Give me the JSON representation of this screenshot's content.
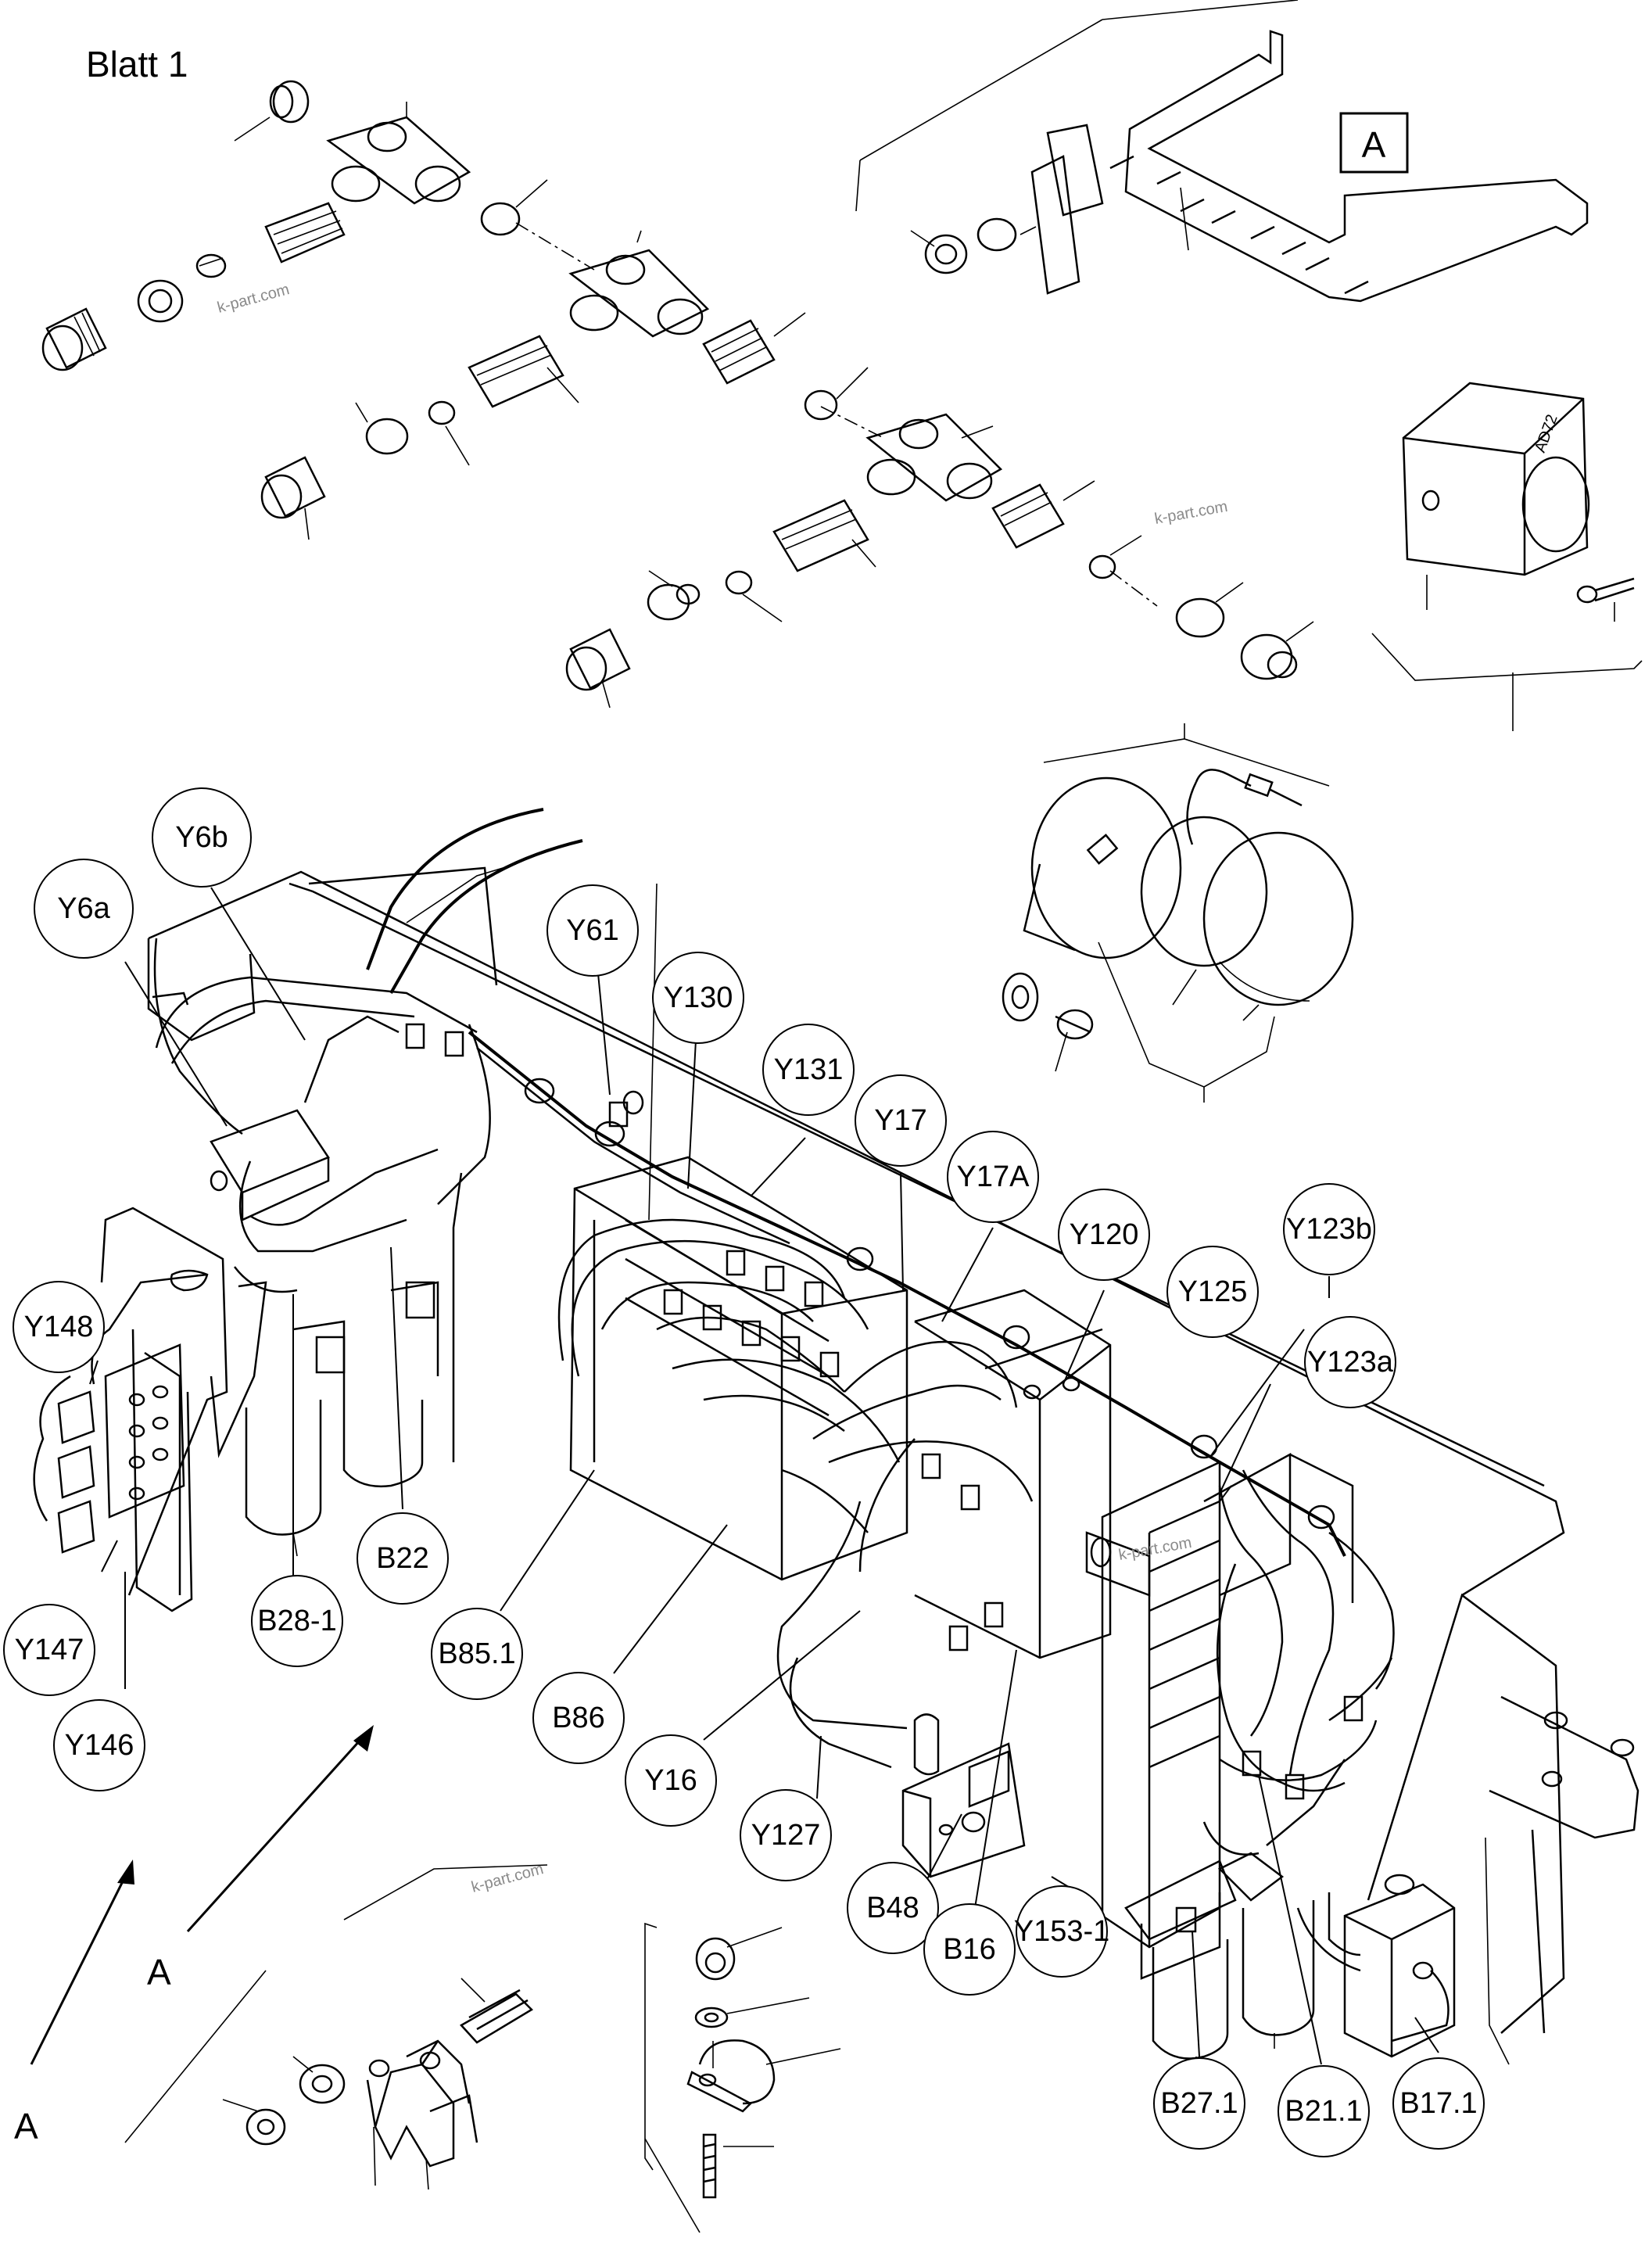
{
  "sheet": {
    "title": "Blatt 1"
  },
  "views": {
    "a_box": "A",
    "arrow_a_1": "A",
    "arrow_a_2": "A"
  },
  "watermark": "k-part.com",
  "callouts": {
    "y6a": "Y6a",
    "y6b": "Y6b",
    "y61": "Y61",
    "y130": "Y130",
    "y131": "Y131",
    "y17": "Y17",
    "y17a": "Y17A",
    "y120": "Y120",
    "y123b": "Y123b",
    "y125": "Y125",
    "y123a": "Y123a",
    "y148": "Y148",
    "y147": "Y147",
    "y146": "Y146",
    "b28_1": "B28-1",
    "b22": "B22",
    "b85_1": "B85.1",
    "b86": "B86",
    "y16": "Y16",
    "y127": "Y127",
    "b48": "B48",
    "b16": "B16",
    "y153_1": "Y153-1",
    "b27_1": "B27.1",
    "b21_1": "B21.1",
    "b17_1": "B17.1"
  }
}
